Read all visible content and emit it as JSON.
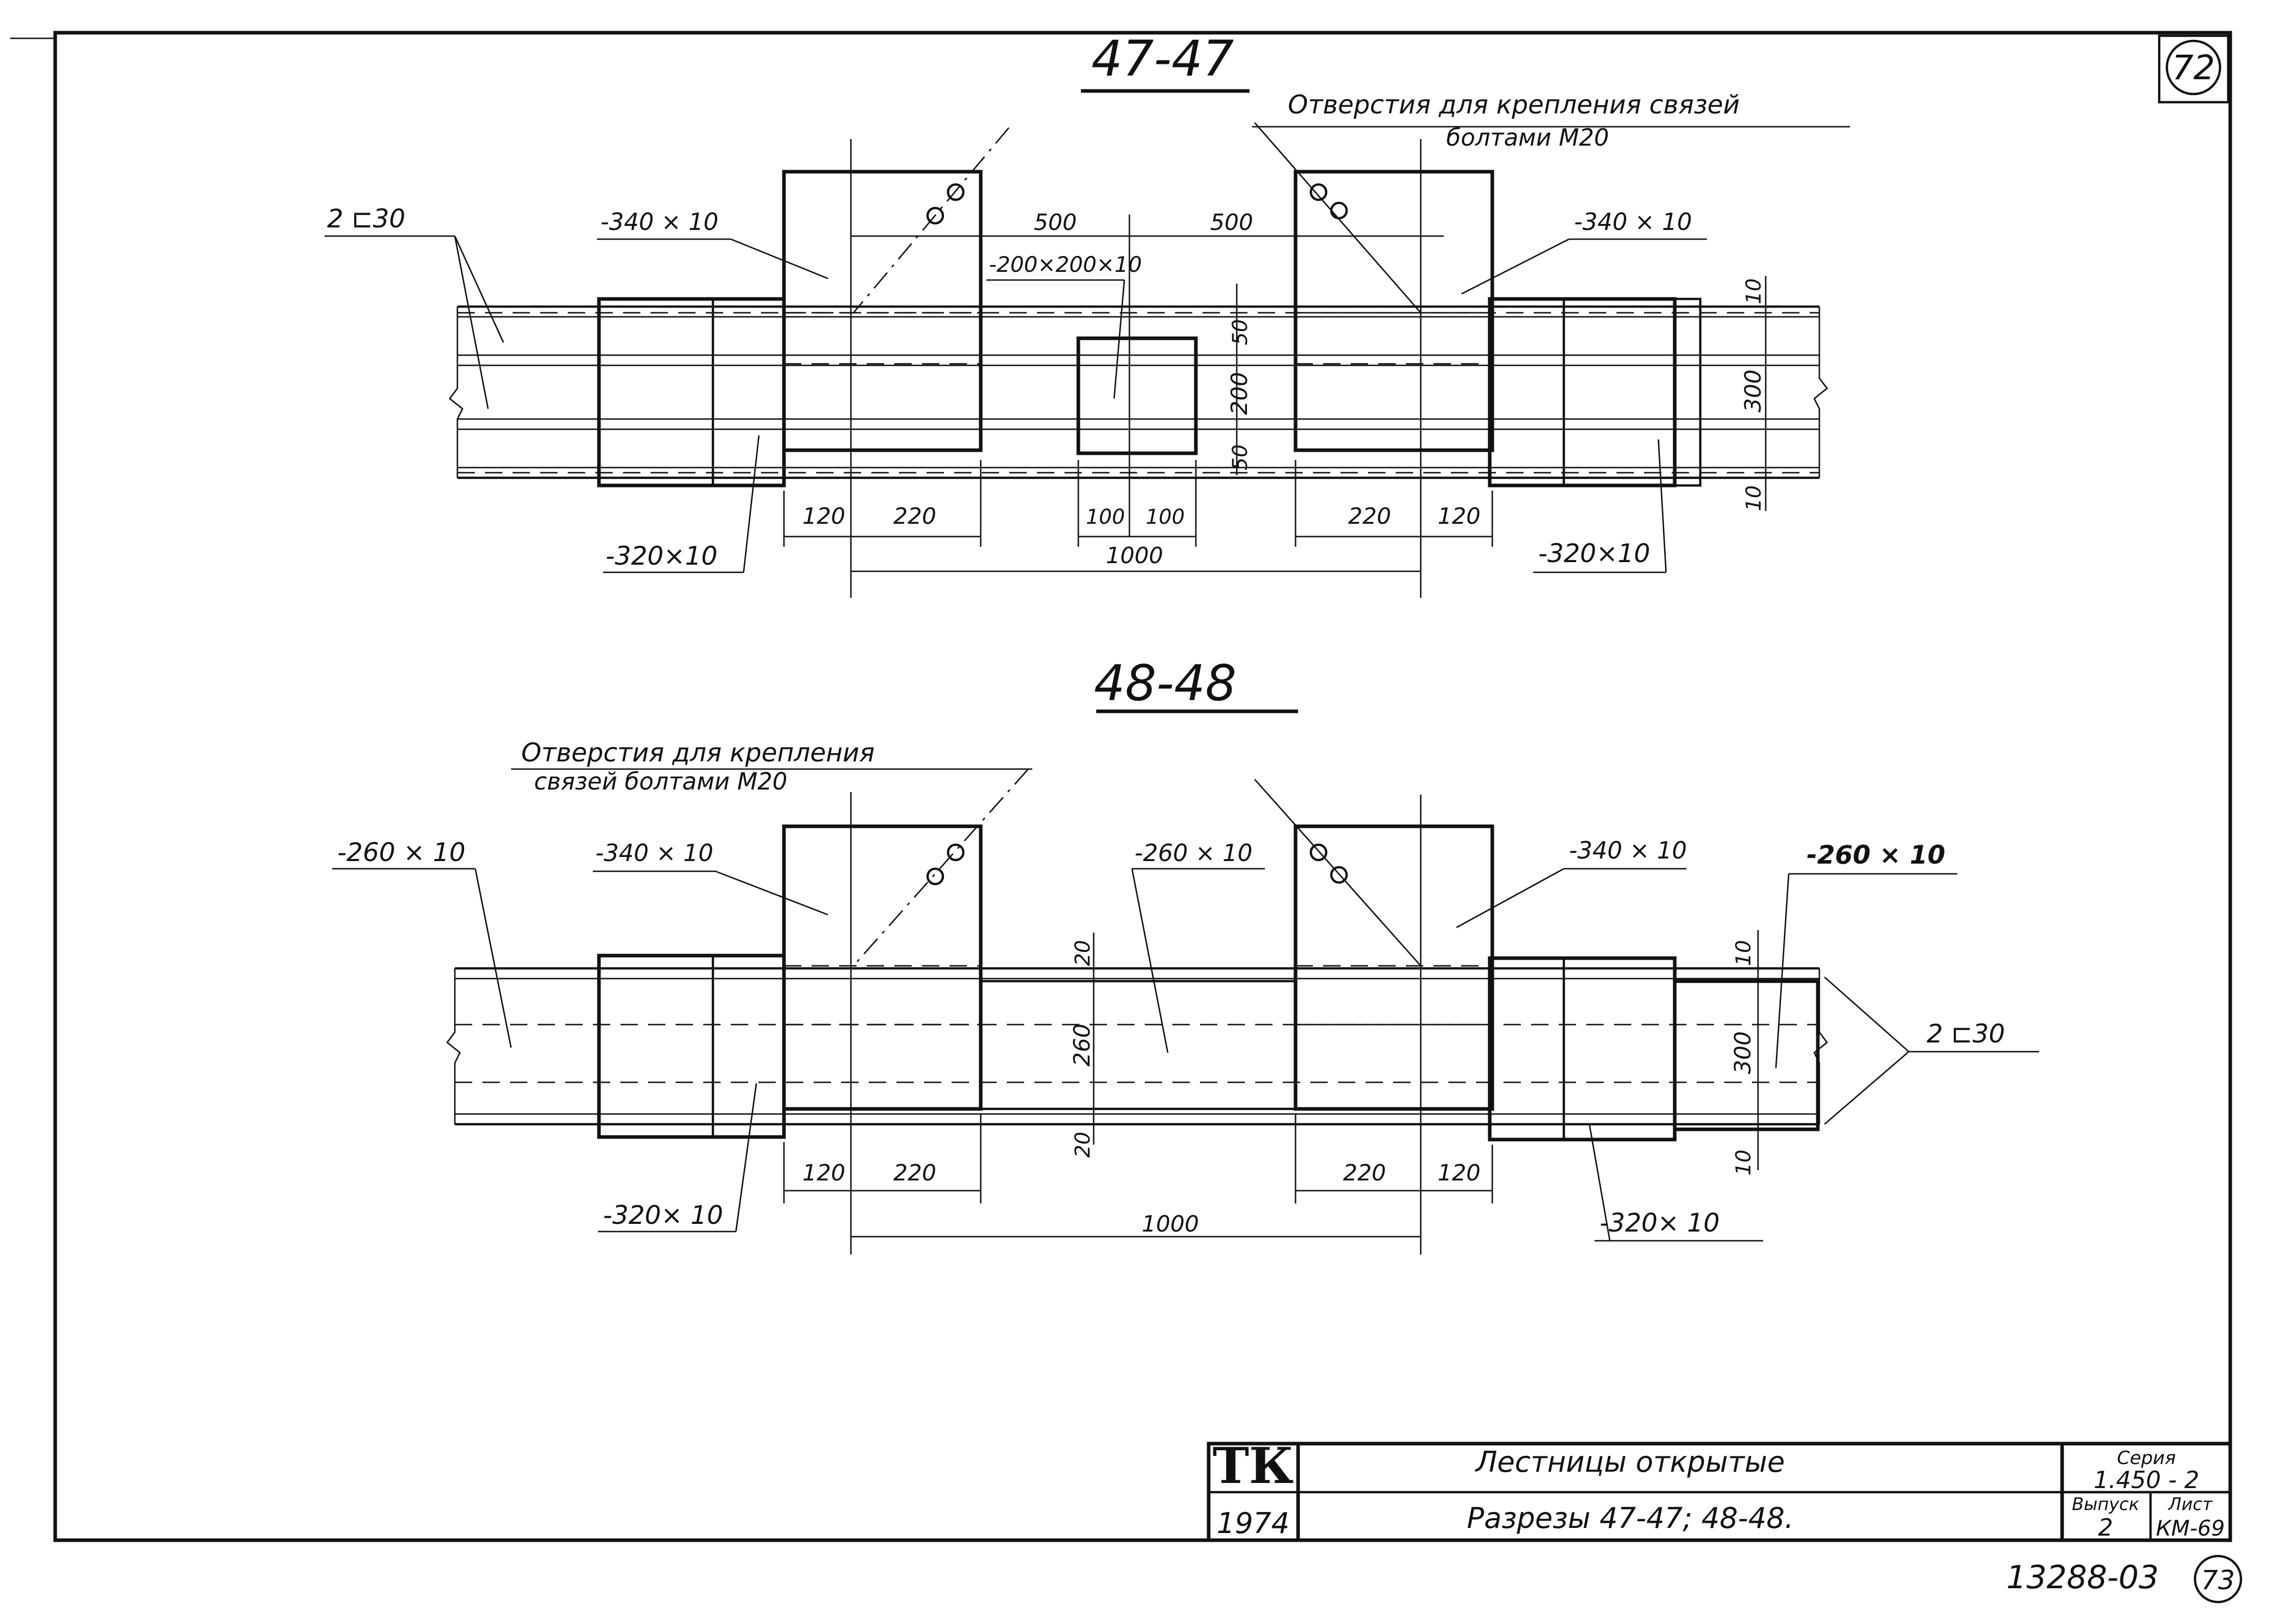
{
  "sheet_number": "72",
  "next_sheet_number": "73",
  "doc_code": "13288-03",
  "sections": [
    {
      "title": "47-47",
      "note_line1": "Отверстия для крепления связей",
      "note_line2": "болтами М20",
      "labels": {
        "channel": "2 ⊏30",
        "plate_left": "-340 × 10",
        "plate_right": "-340 × 10",
        "center_plate": "-200×200×10",
        "bottom_left": "-320×10",
        "bottom_right": "-320×10"
      },
      "dims": {
        "top_left": "500",
        "top_right": "500",
        "left_120": "120",
        "left_220": "220",
        "c100a": "100",
        "c100b": "100",
        "right_220": "220",
        "right_120": "120",
        "total": "1000",
        "v50a": "50",
        "v200": "200",
        "v50b": "50",
        "v10a": "10",
        "v300": "300",
        "v10b": "10"
      }
    },
    {
      "title": "48-48",
      "note_line1": "Отверстия для крепления",
      "note_line2": "связей болтами М20",
      "labels": {
        "left_plate": "-260 × 10",
        "plate_left": "-340 × 10",
        "center_plate": "-260 × 10",
        "plate_right": "-340 × 10",
        "right_plate": "-260 × 10",
        "channel": "2 ⊏30",
        "bottom_left": "-320× 10",
        "bottom_right": "-320× 10"
      },
      "dims": {
        "v20a": "20",
        "v260": "260",
        "v20b": "20",
        "v10a": "10",
        "v300": "300",
        "v10b": "10",
        "left_120": "120",
        "left_220": "220",
        "right_220": "220",
        "right_120": "120",
        "total": "1000"
      }
    }
  ],
  "title_block": {
    "org": "ТК",
    "year": "1974",
    "name": "Лестницы открытые",
    "subtitle": "Разрезы 47-47; 48-48.",
    "series_label": "Серия",
    "series_value": "1.450 - 2",
    "issue_label": "Выпуск",
    "issue_value": "2",
    "sheet_label": "Лист",
    "sheet_value": "КМ-69"
  }
}
